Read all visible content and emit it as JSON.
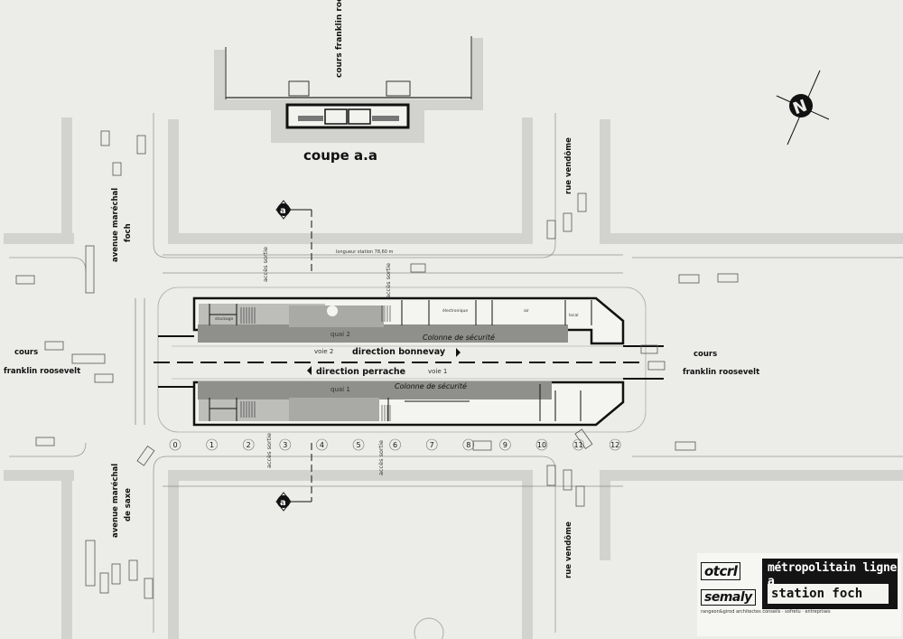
{
  "section": {
    "title": "coupe a.a",
    "street_label": "cours franklin roosevelt",
    "marker": "a"
  },
  "streets": {
    "ave_marechal_foch": [
      "avenue maréchal",
      "foch"
    ],
    "ave_marechal_de_saxe": [
      "avenue maréchal",
      "de saxe"
    ],
    "rue_vendome": "rue vendôme",
    "cours_fr_left": [
      "cours",
      "franklin roosevelt"
    ],
    "cours_fr_right": [
      "cours",
      "franklin roosevelt"
    ]
  },
  "station": {
    "quai2": "quai 2",
    "quai1": "quai 1",
    "voie2": "voie 2",
    "voie1": "voie 1",
    "direction_bonnevay": "direction bonnevay",
    "direction_perrache": "direction perrache",
    "colonne_securite": "Colonne de sécurité",
    "acces_sortie": "accès sortie",
    "rooms": [
      "stockage",
      "électronique",
      "local",
      "air"
    ],
    "grid_numbers": [
      "0",
      "1",
      "2",
      "3",
      "4",
      "5",
      "6",
      "7",
      "8",
      "9",
      "10",
      "11",
      "12"
    ],
    "length_note": "longueur station 78,60 m"
  },
  "north": "N",
  "title_block": {
    "logo_top": "otcrl",
    "logo_bottom": "semaly",
    "line1": "métropolitain ligne a",
    "line2": "station foch",
    "note": "rangeon&girod architectes conseils · sofretu · entreprises"
  },
  "colors": {
    "platform": "#8f8f8c",
    "road": "#d2d2cf",
    "paper": "#ecece9",
    "ink": "#111111"
  }
}
